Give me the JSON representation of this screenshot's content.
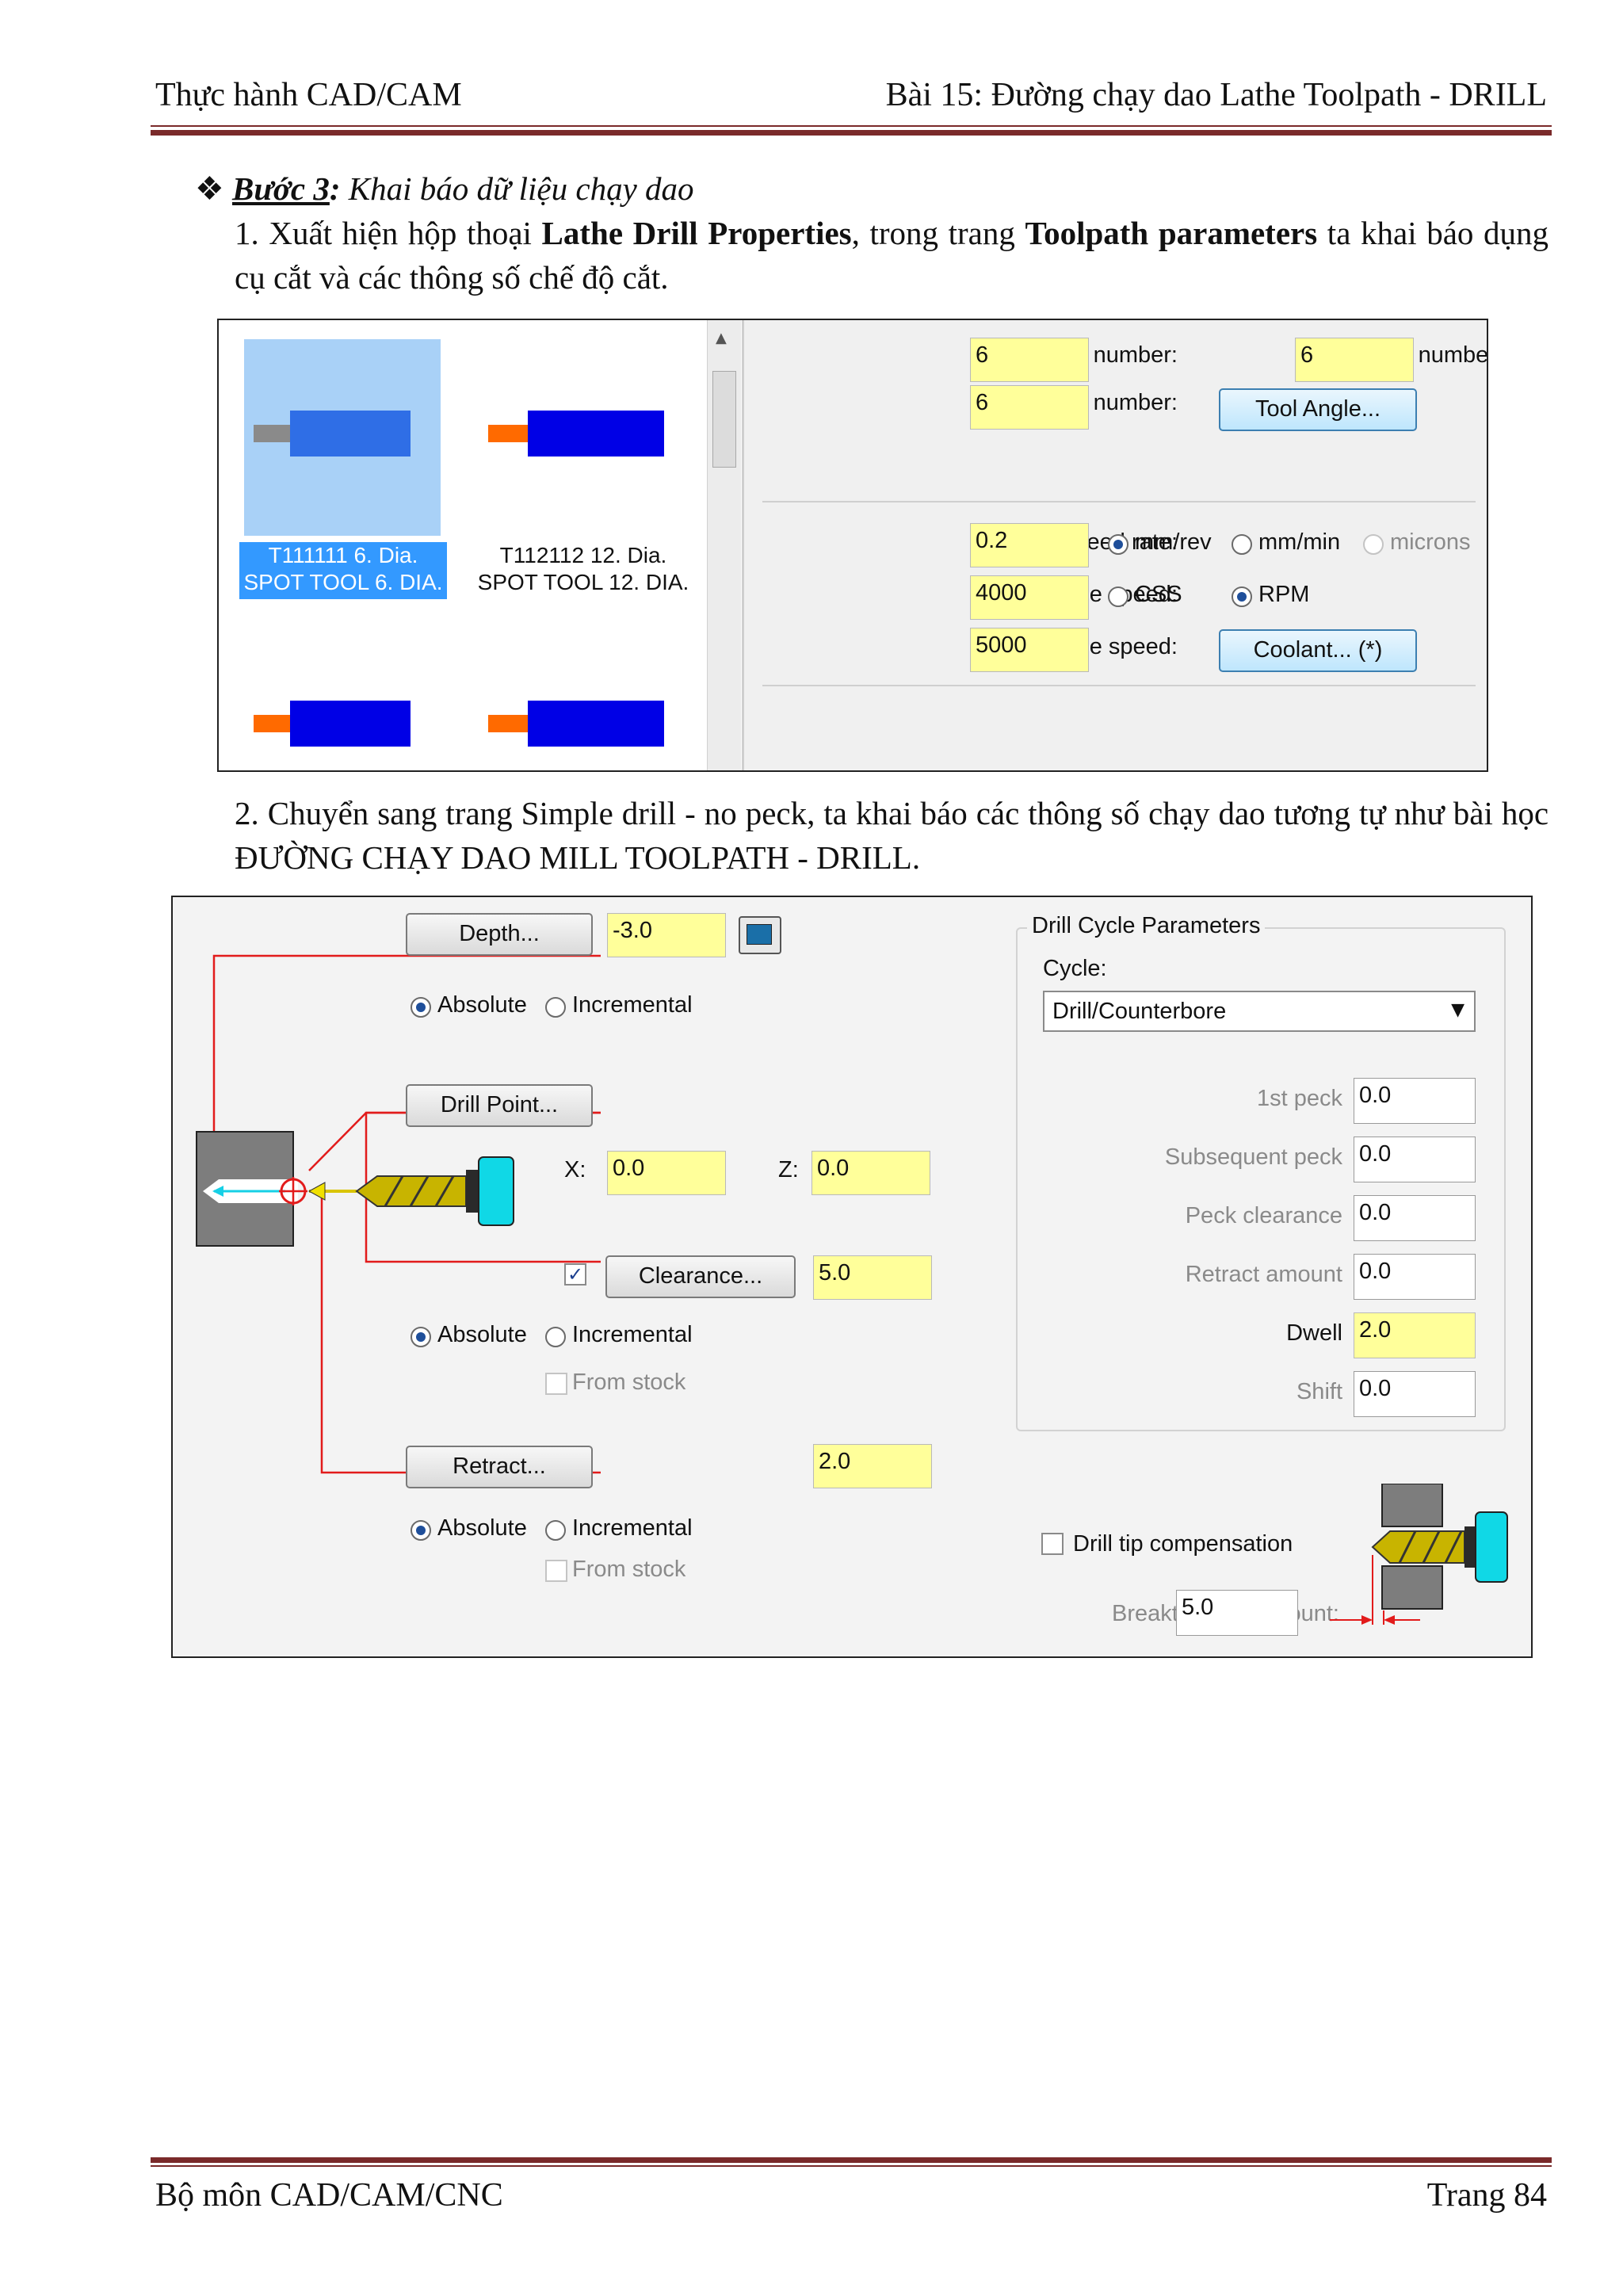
{
  "header": {
    "left": "Thực hành CAD/CAM",
    "right": "Bài 15: Đường chạy dao Lathe Toolpath - DRILL"
  },
  "step": {
    "bullet": "❖",
    "label": "Bước 3",
    "colon": ":",
    "title": "Khai báo dữ liệu chạy dao"
  },
  "item1": {
    "num": "1.",
    "t1": "Xuất hiện hộp thoại ",
    "b1": "Lathe Drill Properties",
    "t2": ", trong trang ",
    "b2": "Toolpath parameters",
    "t3": " ta khai báo dụng cụ cắt và các thông số chế độ cắt."
  },
  "item2": {
    "num": "2.",
    "text": "Chuyển sang trang Simple drill - no peck, ta khai báo các thông số chạy dao tương tự như bài học ĐƯỜNG CHẠY DAO MILL TOOLPATH - DRILL."
  },
  "shot1": {
    "tools": [
      {
        "line1": "T111111 6. Dia.",
        "line2": "SPOT TOOL  6. DIA."
      },
      {
        "line1": "T112112 12. Dia.",
        "line2": "SPOT TOOL  12. DIA."
      }
    ],
    "tool_number_label": "Tool number:",
    "tool_number": "6",
    "offset_number_label": "Offset number:",
    "offset_number": "6",
    "station_number_label": "Station number:",
    "station_number": "6",
    "tool_angle_button": "Tool Angle...",
    "feed_rate_label": "Feed rate:",
    "feed_rate": "0.2",
    "unit_mm_rev": "mm/rev",
    "unit_mm_min": "mm/min",
    "unit_microns": "microns",
    "spindle_speed_label": "Spindle speed:",
    "spindle_speed": "4000",
    "css_label": "CSS",
    "rpm_label": "RPM",
    "max_spindle_label": "Max. spindle speed:",
    "max_spindle": "5000",
    "coolant_button": "Coolant... (*)"
  },
  "shot2": {
    "depth_button": "Depth...",
    "depth": "-3.0",
    "absolute": "Absolute",
    "incremental": "Incremental",
    "drill_point_button": "Drill Point...",
    "x_label": "X:",
    "x_value": "0.0",
    "z_label": "Z:",
    "z_value": "0.0",
    "clearance_button": "Clearance...",
    "clearance": "5.0",
    "from_stock": "From stock",
    "retract_button": "Retract...",
    "retract": "2.0",
    "group_title": "Drill Cycle Parameters",
    "cycle_label": "Cycle:",
    "cycle_value": "Drill/Counterbore",
    "first_peck_label": "1st peck",
    "first_peck": "0.0",
    "subsequent_peck_label": "Subsequent peck",
    "subsequent_peck": "0.0",
    "peck_clearance_label": "Peck clearance",
    "peck_clearance": "0.0",
    "retract_amount_label": "Retract amount",
    "retract_amount": "0.0",
    "dwell_label": "Dwell",
    "dwell": "2.0",
    "shift_label": "Shift",
    "shift": "0.0",
    "drill_tip_label": "Drill tip compensation",
    "breakthrough_label": "Breakthrough amount:",
    "breakthrough": "5.0"
  },
  "footer": {
    "left": "Bộ môn CAD/CAM/CNC",
    "right": "Trang 84"
  }
}
